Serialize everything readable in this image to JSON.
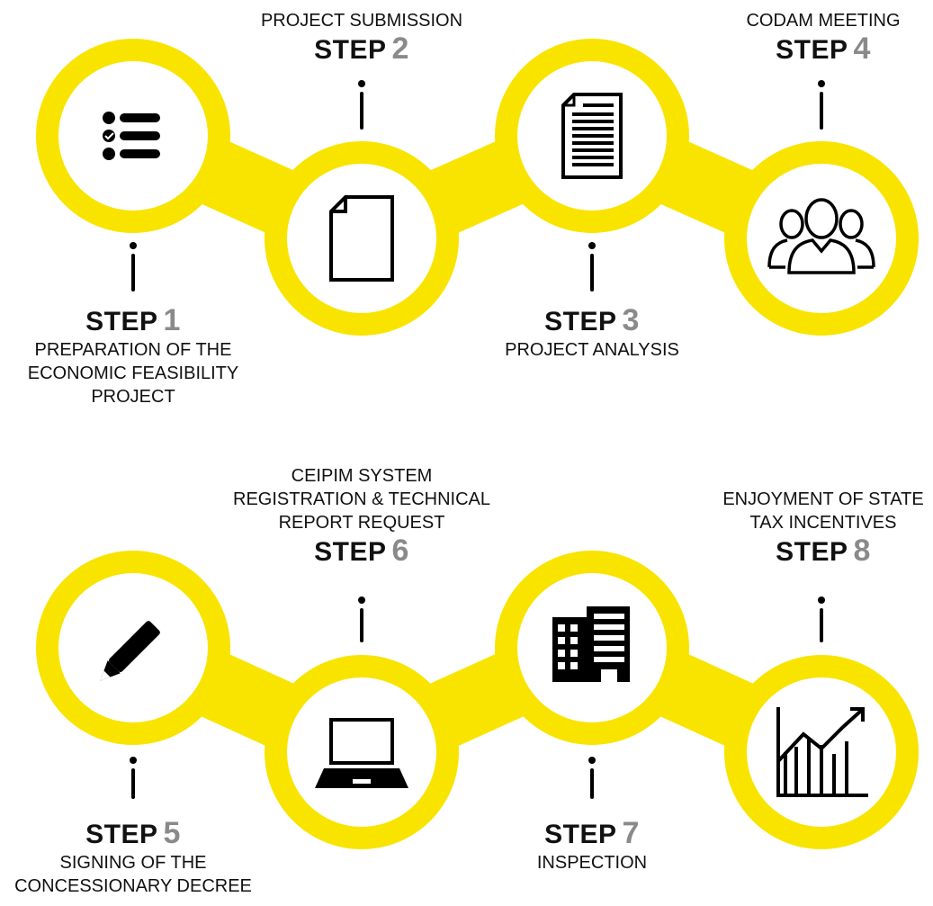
{
  "colors": {
    "ring": "#f9e400",
    "icon": "#000000",
    "step_number": "#8a8a8a",
    "text": "#111111"
  },
  "rows": [
    {
      "steps": [
        {
          "step_word": "STEP",
          "number": "1",
          "icon": "checklist-icon",
          "description": [
            "PREPARATION OF THE",
            "ECONOMIC FEASIBILITY",
            "PROJECT"
          ]
        },
        {
          "step_word": "STEP",
          "number": "2",
          "icon": "blank-document-icon",
          "description": [
            "PROJECT SUBMISSION"
          ]
        },
        {
          "step_word": "STEP",
          "number": "3",
          "icon": "text-document-icon",
          "description": [
            "PROJECT ANALYSIS"
          ]
        },
        {
          "step_word": "STEP",
          "number": "4",
          "icon": "people-group-icon",
          "description": [
            "CODAM MEETING"
          ]
        }
      ]
    },
    {
      "steps": [
        {
          "step_word": "STEP",
          "number": "5",
          "icon": "pencil-icon",
          "description": [
            "SIGNING OF THE",
            "CONCESSIONARY DECREE"
          ]
        },
        {
          "step_word": "STEP",
          "number": "6",
          "icon": "laptop-icon",
          "description": [
            "CEIPIM SYSTEM",
            "REGISTRATION & TECHNICAL",
            "REPORT REQUEST"
          ]
        },
        {
          "step_word": "STEP",
          "number": "7",
          "icon": "buildings-icon",
          "description": [
            "INSPECTION"
          ]
        },
        {
          "step_word": "STEP",
          "number": "8",
          "icon": "growth-chart-icon",
          "description": [
            "ENJOYMENT OF STATE",
            "TAX INCENTIVES"
          ]
        }
      ]
    }
  ]
}
